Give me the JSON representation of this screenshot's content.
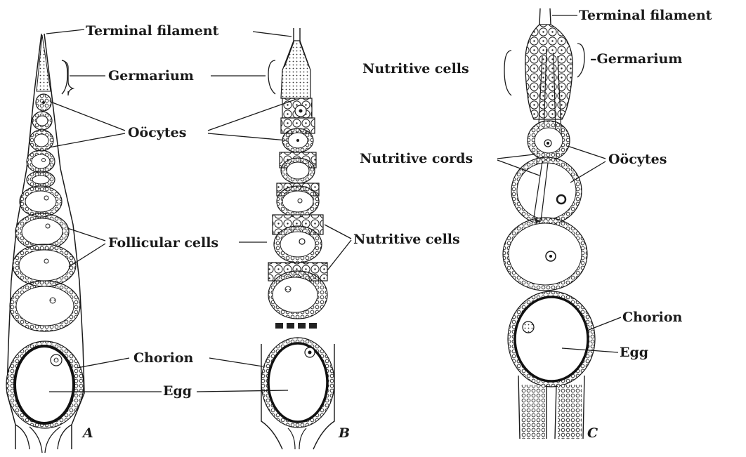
{
  "labels": {
    "terminal_filament_ab": "Terminal filament",
    "germarium_ab": "Germarium",
    "oocytes_ab": "Oöcytes",
    "follicular_cells": "Follicular cells",
    "nutritive_cells_b": "Nutritive cells",
    "chorion_ab": "Chorion",
    "egg_ab": "Egg",
    "terminal_filament_c": "Terminal filament",
    "germarium_c": "–Germarium",
    "nutritive_cells_c": "Nutritive cells",
    "nutritive_cords": "Nutritive cords",
    "oocytes_c": "Oöcytes",
    "chorion_c": "Chorion",
    "egg_c": "Egg"
  },
  "panels": [
    "A",
    "B",
    "C"
  ]
}
